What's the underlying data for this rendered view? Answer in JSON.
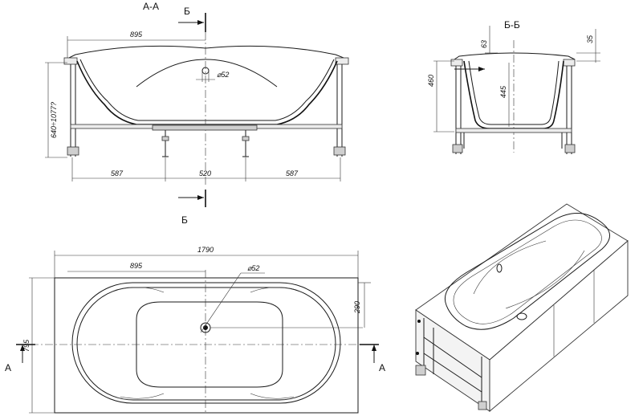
{
  "sections": {
    "aa": "А-А",
    "bb": "Б-Б",
    "cut_b_top": "Б",
    "cut_b_bottom": "Б",
    "cut_a_left": "А",
    "cut_a_right": "А"
  },
  "dims": {
    "aa_half": "895",
    "aa_drain": "⌀52",
    "aa_height": "640÷1077?",
    "leg_left": "587",
    "leg_mid": "520",
    "leg_right": "587",
    "bb_63": "63",
    "bb_35": "35",
    "bb_460": "460",
    "bb_445": "445",
    "plan_length": "1790",
    "plan_half": "895",
    "plan_drain": "⌀52",
    "plan_290": "290",
    "plan_width": "795"
  }
}
